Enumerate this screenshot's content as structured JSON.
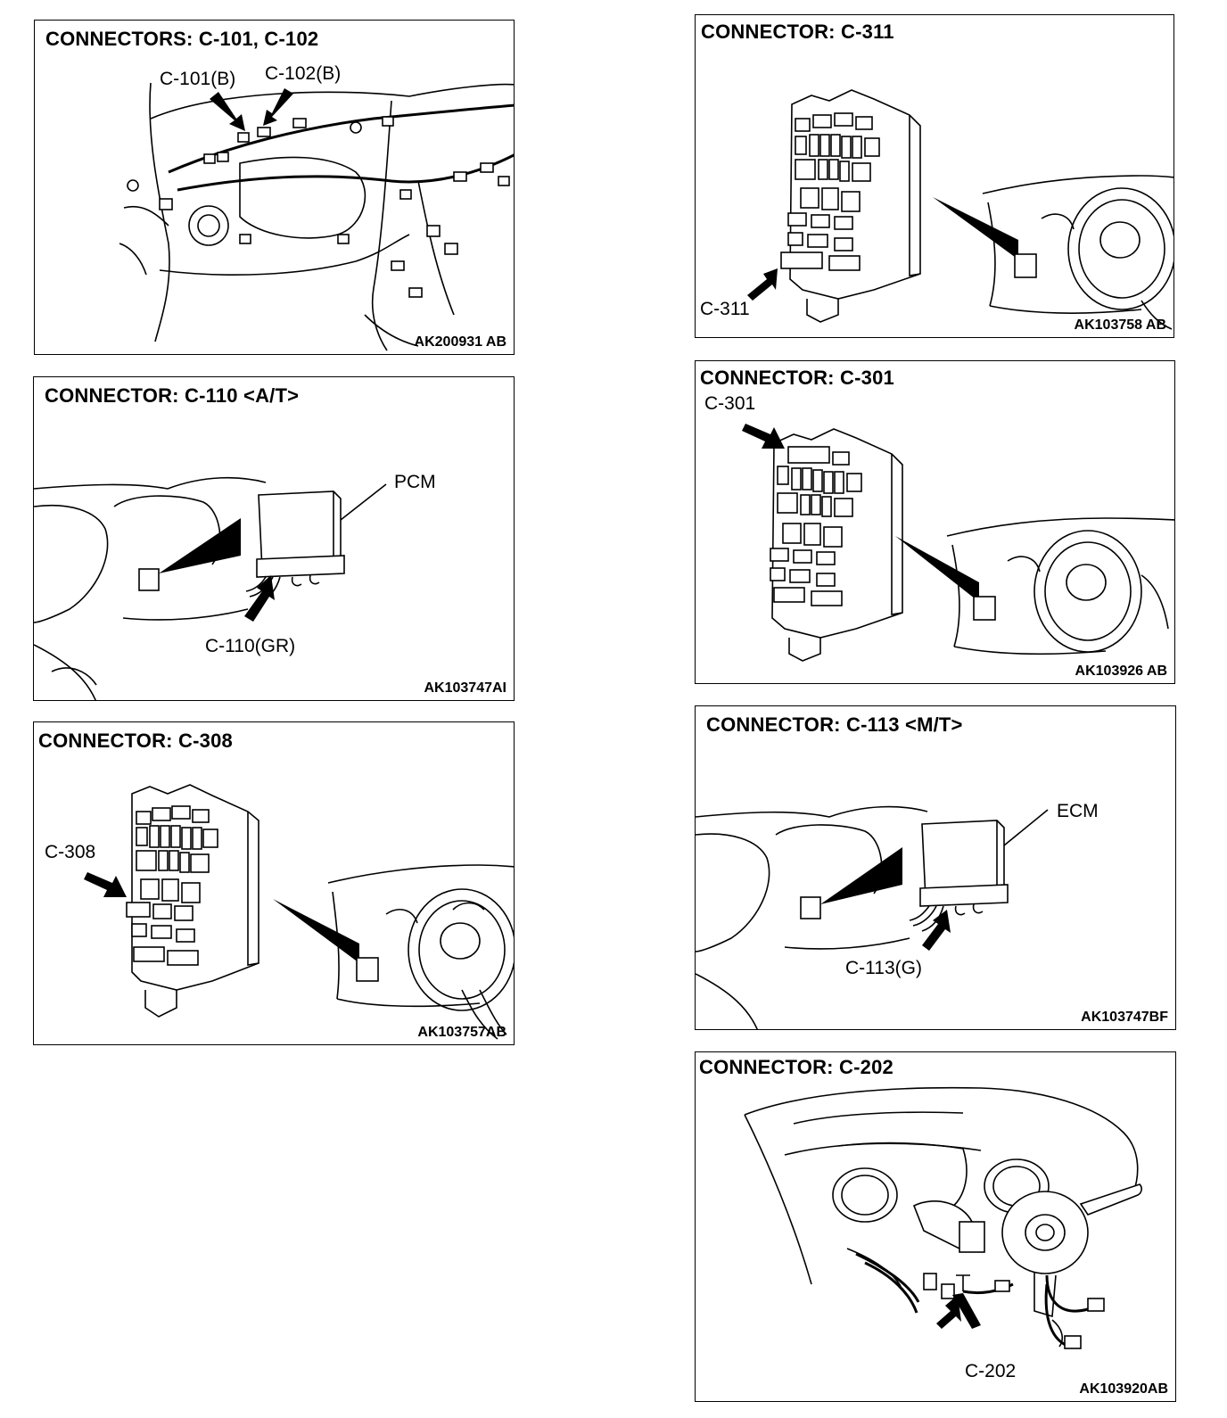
{
  "panels": {
    "p1": {
      "title": "CONNECTORS: C-101, C-102",
      "code": "AK200931 AB",
      "labels": [
        "C-101(B)",
        "C-102(B)"
      ]
    },
    "p2": {
      "title": "CONNECTOR: C-110 <A/T>",
      "code": "AK103747AI",
      "labels": [
        "PCM",
        "C-110(GR)"
      ]
    },
    "p3": {
      "title": "CONNECTOR: C-308",
      "code": "AK103757AB",
      "labels": [
        "C-308"
      ]
    },
    "p4": {
      "title": "CONNECTOR: C-311",
      "code": "AK103758 AB",
      "labels": [
        "C-311"
      ]
    },
    "p5": {
      "title": "CONNECTOR: C-301",
      "code": "AK103926 AB",
      "labels": [
        "C-301"
      ]
    },
    "p6": {
      "title": "CONNECTOR: C-113 <M/T>",
      "code": "AK103747BF",
      "labels": [
        "ECM",
        "C-113(G)"
      ]
    },
    "p7": {
      "title": "CONNECTOR: C-202",
      "code": "AK103920AB",
      "labels": [
        "C-202"
      ]
    }
  }
}
